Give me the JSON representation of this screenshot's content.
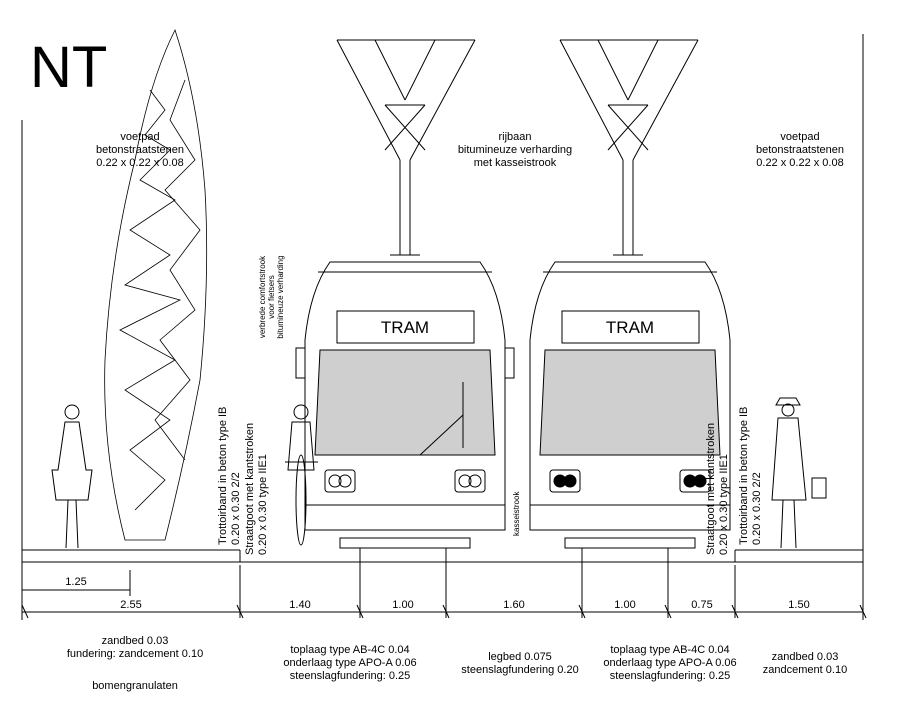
{
  "title": "NT",
  "labels": {
    "left_sidewalk": "voetpad\nbetonstraatstenen\n0.22 x 0.22 x 0.08",
    "roadway": "rijbaan\nbitumineuze verharding\nmet kasseistrook",
    "right_sidewalk": "voetpad\nbetonstraatstenen\n0.22 x 0.22 x 0.08",
    "bike_lane": "verbrede comfortstrook\nvoor fietsers\nbitumineuze verharding",
    "curb_left_1": "Trottoirband in beton type IB",
    "curb_left_2": "0.20 x 0.30 2/2",
    "gutter_left_1": "Straatgoot met kantstroken",
    "gutter_left_2": "0.20 x 0.30 type IIE1",
    "kasseistrook": "kasseistrook",
    "gutter_right_1": "Straatgoot met kantstroken",
    "gutter_right_2": "0.20 x 0.30 type IIE1",
    "curb_right_1": "Trottoirband in beton type IB",
    "curb_right_2": "0.20 x 0.30 2/2",
    "tram_left": "TRAM",
    "tram_right": "TRAM"
  },
  "dimensions": {
    "d125": "1.25",
    "d255": "2.55",
    "d140": "1.40",
    "d100a": "1.00",
    "d160": "1.60",
    "d100b": "1.00",
    "d075": "0.75",
    "d150": "1.50"
  },
  "foundations": {
    "f1": "zandbed 0.03\nfundering: zandcement 0.10",
    "f1b": "bomengranulaten",
    "f2": "toplaag type AB-4C 0.04\nonderlaag type APO-A 0.06\nsteenslagfundering: 0.25",
    "f3": "legbed 0.075\nsteenslagfundering 0.20",
    "f4": "toplaag type AB-4C 0.04\nonderlaag type APO-A 0.06\nsteenslagfundering: 0.25",
    "f5": "zandbed 0.03\nzandcement 0.10"
  }
}
